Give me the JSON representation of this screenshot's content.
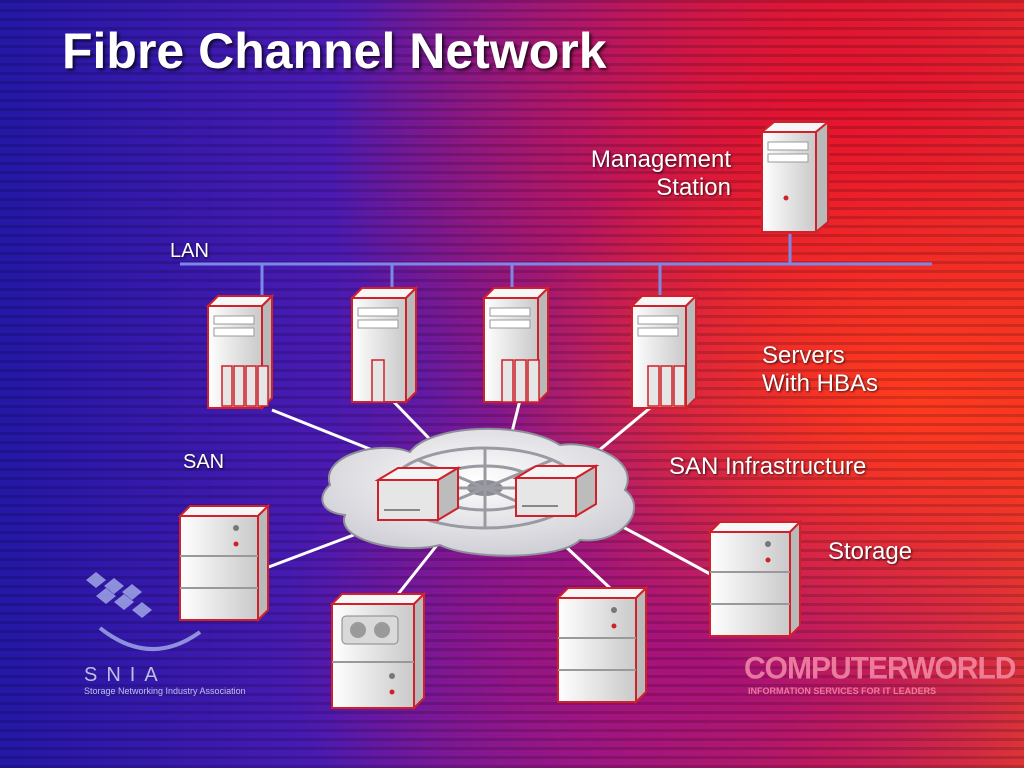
{
  "slide": {
    "title": "Fibre Channel Network",
    "management_station": [
      "Management",
      "Station"
    ],
    "lan": "LAN",
    "san": "SAN",
    "servers": [
      "Servers",
      "With HBAs"
    ],
    "san_infrastructure": "SAN Infrastructure",
    "storage": "Storage"
  },
  "logos": {
    "snia_name": "SNIA",
    "snia_full": "Storage Networking Industry Association",
    "computerworld_name": "COMPUTERWORLD",
    "computerworld_tagline": "INFORMATION SERVICES FOR IT LEADERS"
  },
  "colors": {
    "lan_line": "#7b88e6",
    "san_link": "#ffffff",
    "device_border": "#d0202a",
    "device_fill": "#e8e8e8"
  }
}
